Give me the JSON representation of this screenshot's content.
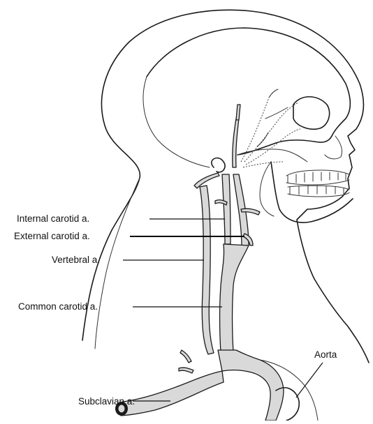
{
  "labels": {
    "internal_carotid": "Internal carotid a.",
    "external_carotid": "External carotid a.",
    "vertebral": "Vertebral a.",
    "common_carotid": "Common carotid a.",
    "aorta": "Aorta",
    "subclavian": "Subclavian a."
  }
}
